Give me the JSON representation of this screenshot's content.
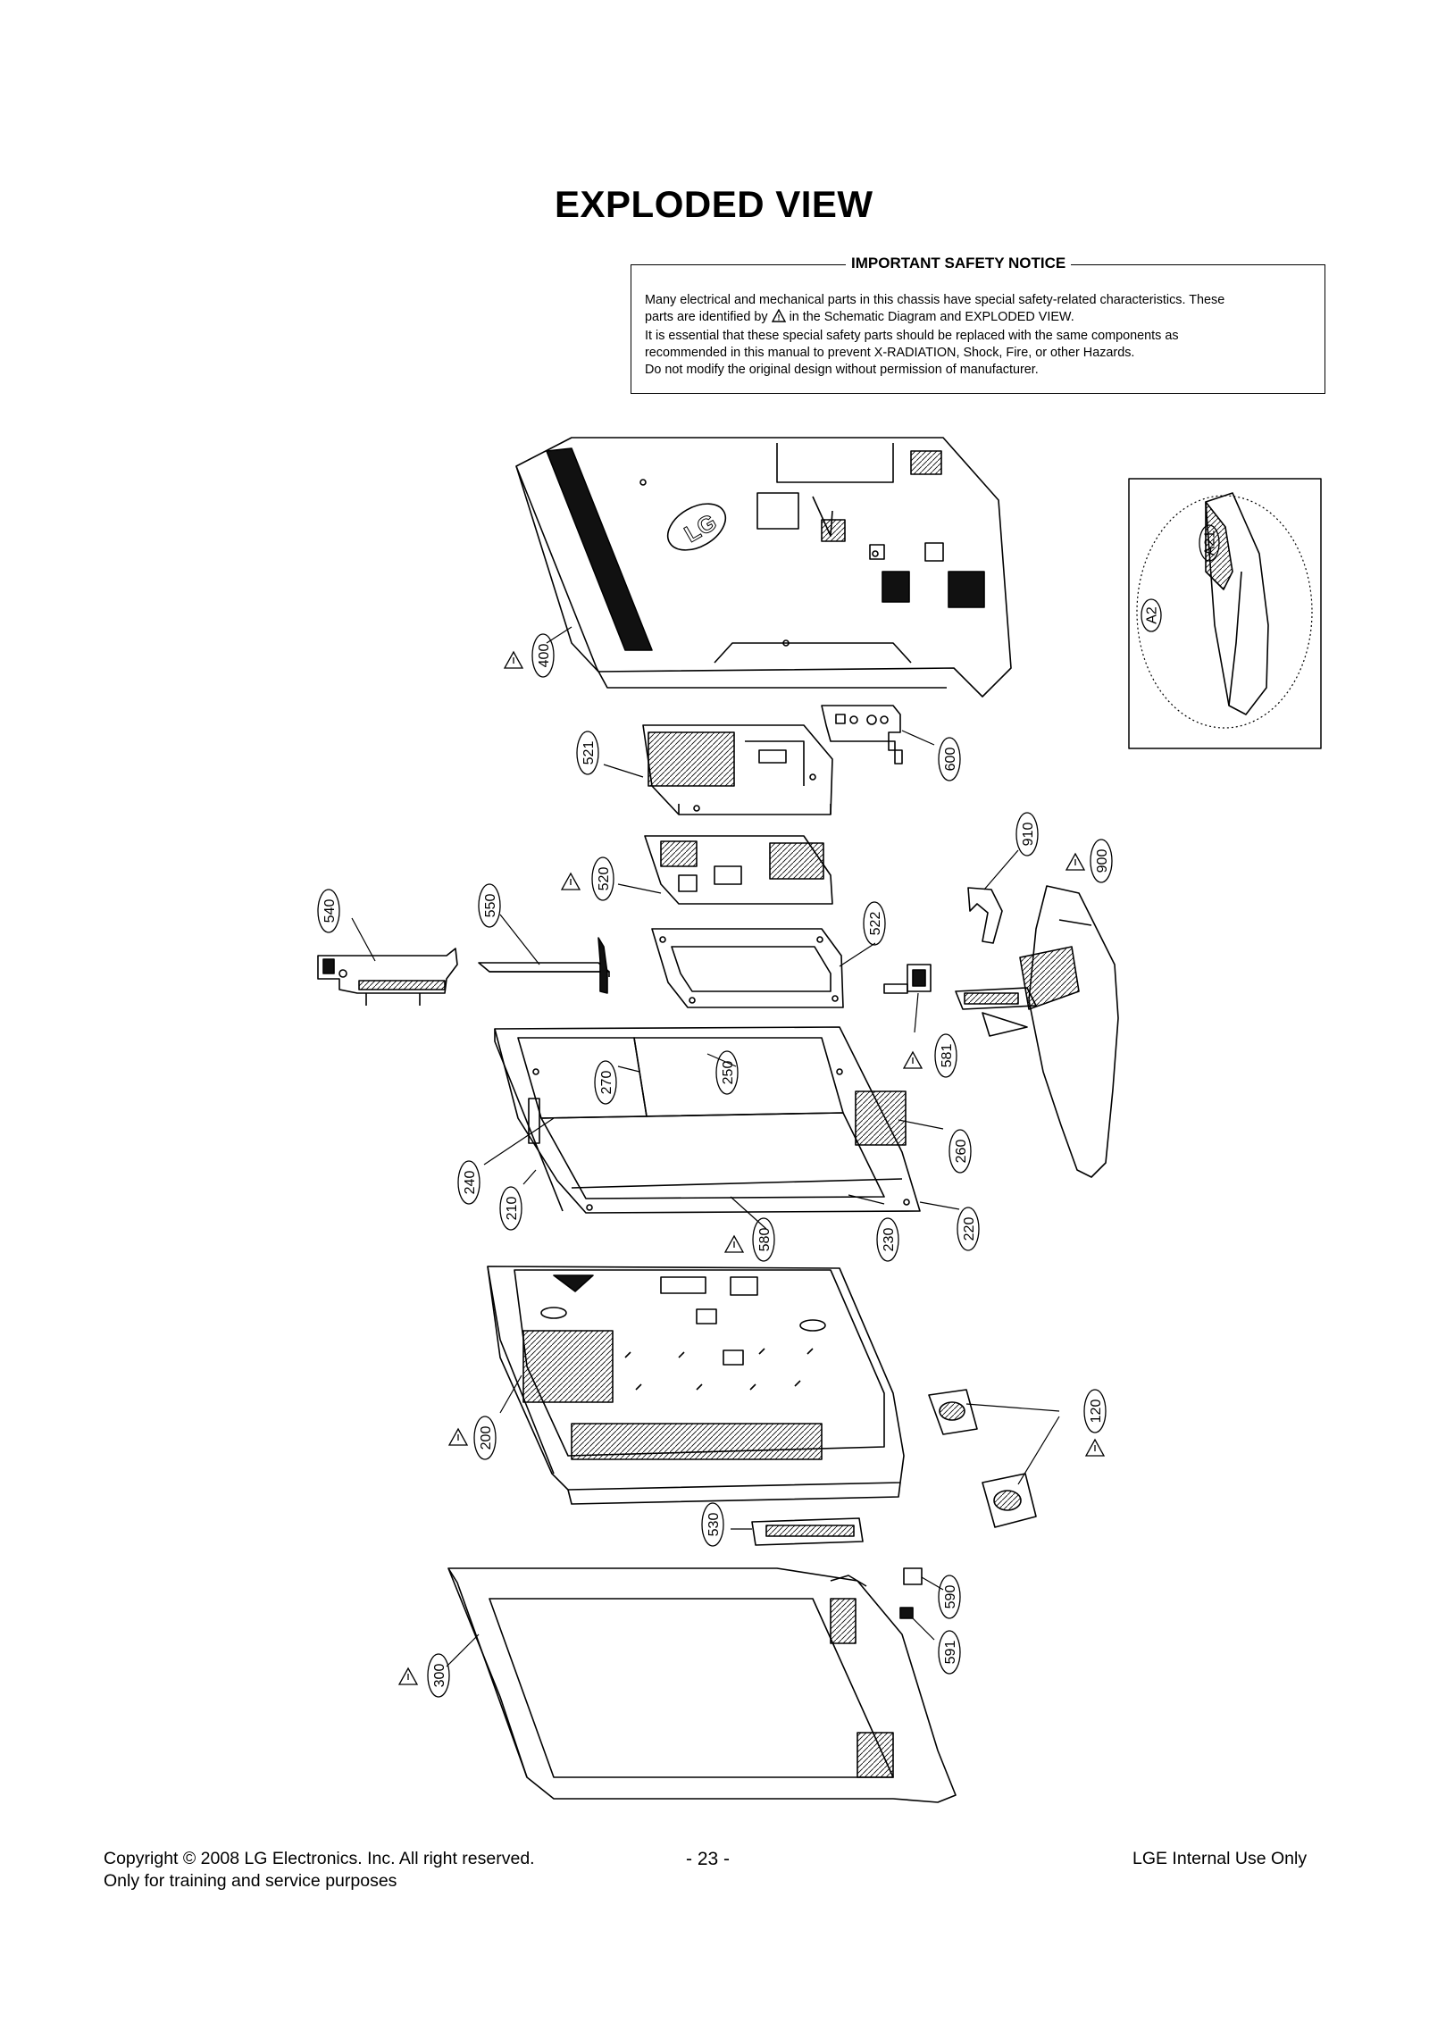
{
  "title": "EXPLODED VIEW",
  "notice": {
    "heading": "IMPORTANT SAFETY NOTICE",
    "line1": "Many electrical and mechanical parts in this chassis have special safety-related characteristics. These",
    "line2_pre": "parts are identified by",
    "line2_post": "in the Schematic Diagram and EXPLODED VIEW.",
    "line3": "It is essential that these special safety parts should be replaced with the same components as",
    "line4": "recommended in this manual to prevent X-RADIATION, Shock, Fire, or other Hazards.",
    "line5": "Do not modify the original design without permission of manufacturer."
  },
  "parts": {
    "p400": "400",
    "p600": "600",
    "p521": "521",
    "p910": "910",
    "p900": "900",
    "p540": "540",
    "p550": "550",
    "p520": "520",
    "p522": "522",
    "p581": "581",
    "p270": "270",
    "p250": "250",
    "p240": "240",
    "p210": "210",
    "p260": "260",
    "p580": "580",
    "p230": "230",
    "p220": "220",
    "p200": "200",
    "p120": "120",
    "p530": "530",
    "p590": "590",
    "p591": "591",
    "p300": "300",
    "a2": "A2",
    "a21": "A21"
  },
  "logo_text": "LG",
  "footer": {
    "copyright": "Copyright © 2008 LG Electronics. Inc. All right reserved.",
    "purpose": "Only for training and service purposes",
    "page": "- 23 -",
    "internal": "LGE Internal Use Only"
  }
}
